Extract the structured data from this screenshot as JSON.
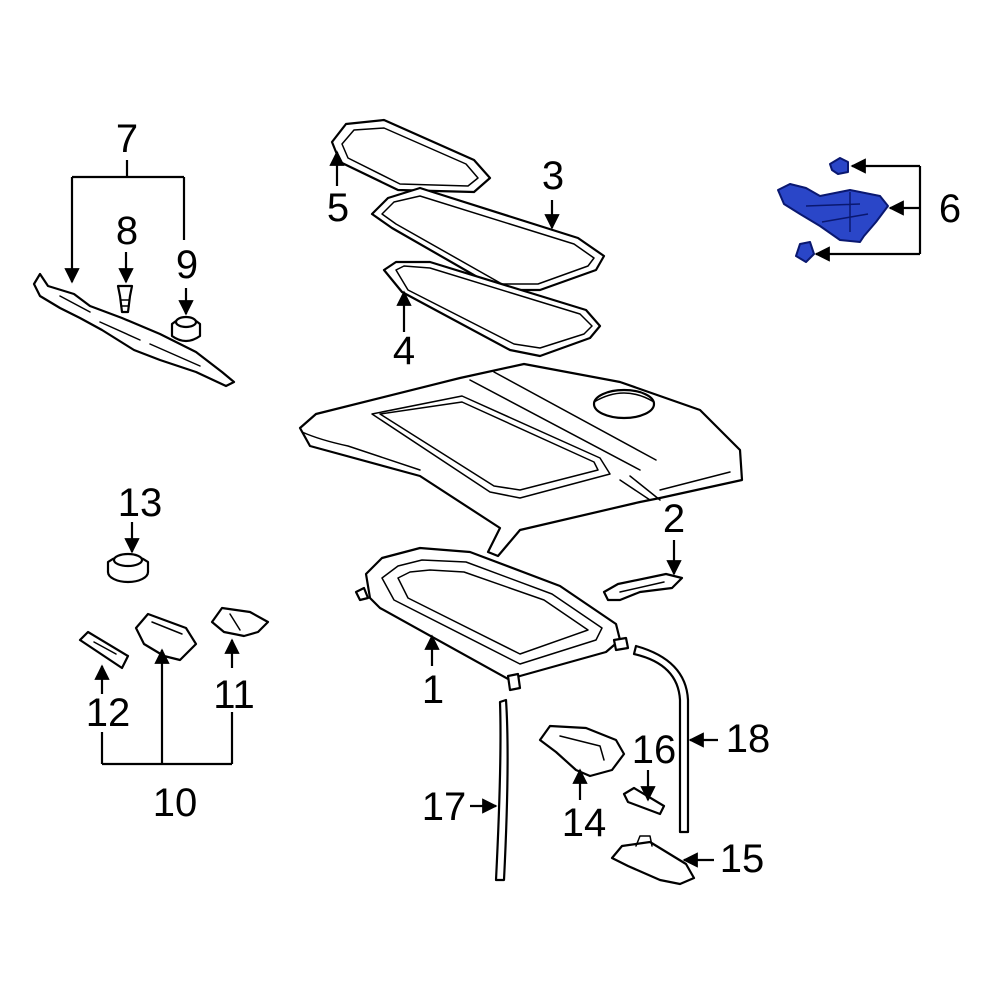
{
  "diagram": {
    "callouts": {
      "c1": "1",
      "c2": "2",
      "c3": "3",
      "c4": "4",
      "c5": "5",
      "c6": "6",
      "c7": "7",
      "c8": "8",
      "c9": "9",
      "c10": "10",
      "c11": "11",
      "c12": "12",
      "c13": "13",
      "c14": "14",
      "c15": "15",
      "c16": "16",
      "c17": "17",
      "c18": "18"
    },
    "highlighted_part": "6",
    "colors": {
      "highlight": "#2a46c8",
      "highlight_outline": "#0a1870",
      "line": "#000000",
      "background": "#ffffff"
    }
  }
}
